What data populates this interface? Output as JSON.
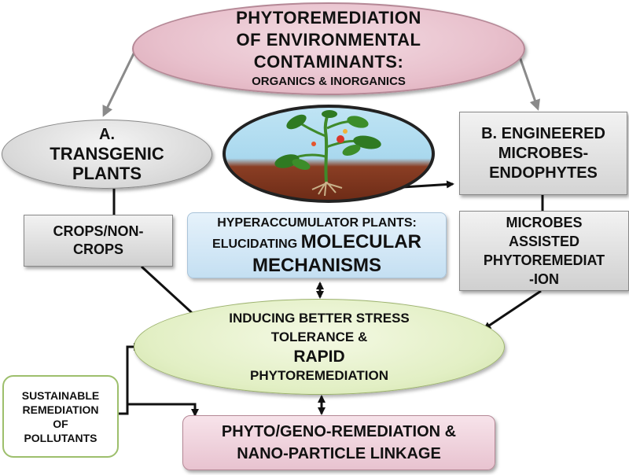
{
  "title": {
    "line1": "PHYTOREMEDIATION",
    "line2": "OF ENVIRONMENTAL",
    "line3": "CONTAMINANTS:",
    "line4": "ORGANICS & INORGANICS"
  },
  "node_a": {
    "line1": "A.",
    "line2": "TRANSGENIC",
    "line3": "PLANTS"
  },
  "node_b": {
    "line1": "B. ENGINEERED",
    "line2": "MICROBES-",
    "line3": "ENDOPHYTES"
  },
  "crops": {
    "line1": "CROPS/NON-",
    "line2": "CROPS"
  },
  "hyperaccumulator": {
    "line1": "HYPERACCUMULATOR PLANTS:",
    "line2_small": "ELUCIDATING ",
    "line2_big": "MOLECULAR",
    "line3": "MECHANISMS"
  },
  "microbes_assisted": {
    "line1": "MICROBES",
    "line2": "ASSISTED",
    "line3": "PHYTOREMEDIAT",
    "line4": "-ION"
  },
  "stress": {
    "line1": "INDUCING BETTER STRESS",
    "line2": "TOLERANCE &",
    "line3": "RAPID",
    "line4": "PHYTOREMEDIATION"
  },
  "sustainable": {
    "line1": "SUSTAINABLE",
    "line2": "REMEDIATION",
    "line3": "OF",
    "line4": "POLLUTANTS"
  },
  "phyto_geno": {
    "line1": "PHYTO/GENO-REMEDIATION &",
    "line2": "NANO-PARTICLE LINKAGE"
  },
  "colors": {
    "title_fill": "#e8c0cc",
    "node_fill": "#d8d8d8",
    "hyper_fill": "#c4dff2",
    "stress_fill": "#e2efc4",
    "sustain_border": "#9dbf6c",
    "phyto_fill": "#e8c3d0",
    "arrow": "#111111",
    "title_arrow": "#8a8a8a"
  }
}
